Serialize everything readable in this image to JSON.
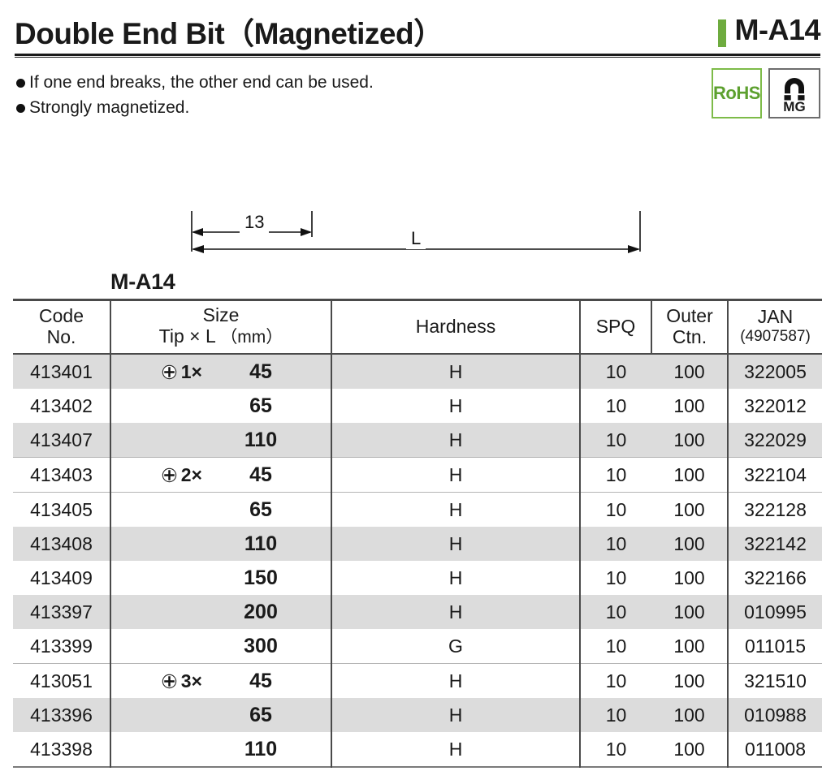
{
  "header": {
    "title": "Double End Bit（Magnetized）",
    "product_code": "M-A14",
    "accent_color": "#6eab3f"
  },
  "features": [
    "If one end breaks, the other end can be used.",
    "Strongly magnetized."
  ],
  "badges": {
    "rohs": {
      "label": "RoHS",
      "color": "#5da02f"
    },
    "magnet": {
      "label": "MG",
      "icon": "magnet-icon"
    }
  },
  "figure": {
    "tip_icon_left": "phillips-cross-icon",
    "tip_icon_right": "phillips-cross-icon",
    "dim_short": "13",
    "dim_long": "L"
  },
  "table": {
    "label": "M-A14",
    "headers": {
      "code": "Code",
      "code_sub": "No.",
      "size": "Size",
      "size_sub": "Tip × L",
      "size_unit": "（mm）",
      "hardness": "Hardness",
      "spq": "SPQ",
      "outer": "Outer",
      "outer_sub": "Ctn.",
      "jan": "JAN",
      "jan_sub": "(4907587)"
    },
    "rows": [
      {
        "code": "413401",
        "tip": "1×",
        "show_tip": true,
        "length": "45",
        "hardness": "H",
        "spq": "10",
        "ctn": "100",
        "jan": "322005",
        "shade": true,
        "group_start": true
      },
      {
        "code": "413402",
        "tip": "",
        "show_tip": false,
        "length": "65",
        "hardness": "H",
        "spq": "10",
        "ctn": "100",
        "jan": "322012",
        "shade": false,
        "group_start": false
      },
      {
        "code": "413407",
        "tip": "",
        "show_tip": false,
        "length": "110",
        "hardness": "H",
        "spq": "10",
        "ctn": "100",
        "jan": "322029",
        "shade": true,
        "group_start": false
      },
      {
        "code": "413403",
        "tip": "2×",
        "show_tip": true,
        "length": "45",
        "hardness": "H",
        "spq": "10",
        "ctn": "100",
        "jan": "322104",
        "shade": false,
        "group_start": true
      },
      {
        "code": "413405",
        "tip": "",
        "show_tip": false,
        "length": "65",
        "hardness": "H",
        "spq": "10",
        "ctn": "100",
        "jan": "322128",
        "shade": false,
        "group_start": true
      },
      {
        "code": "413408",
        "tip": "",
        "show_tip": false,
        "length": "110",
        "hardness": "H",
        "spq": "10",
        "ctn": "100",
        "jan": "322142",
        "shade": true,
        "group_start": false
      },
      {
        "code": "413409",
        "tip": "",
        "show_tip": false,
        "length": "150",
        "hardness": "H",
        "spq": "10",
        "ctn": "100",
        "jan": "322166",
        "shade": false,
        "group_start": false
      },
      {
        "code": "413397",
        "tip": "",
        "show_tip": false,
        "length": "200",
        "hardness": "H",
        "spq": "10",
        "ctn": "100",
        "jan": "010995",
        "shade": true,
        "group_start": false
      },
      {
        "code": "413399",
        "tip": "",
        "show_tip": false,
        "length": "300",
        "hardness": "G",
        "spq": "10",
        "ctn": "100",
        "jan": "011015",
        "shade": false,
        "group_start": false
      },
      {
        "code": "413051",
        "tip": "3×",
        "show_tip": true,
        "length": "45",
        "hardness": "H",
        "spq": "10",
        "ctn": "100",
        "jan": "321510",
        "shade": false,
        "group_start": true
      },
      {
        "code": "413396",
        "tip": "",
        "show_tip": false,
        "length": "65",
        "hardness": "H",
        "spq": "10",
        "ctn": "100",
        "jan": "010988",
        "shade": true,
        "group_start": false
      },
      {
        "code": "413398",
        "tip": "",
        "show_tip": false,
        "length": "110",
        "hardness": "H",
        "spq": "10",
        "ctn": "100",
        "jan": "011008",
        "shade": false,
        "group_start": false
      }
    ]
  }
}
